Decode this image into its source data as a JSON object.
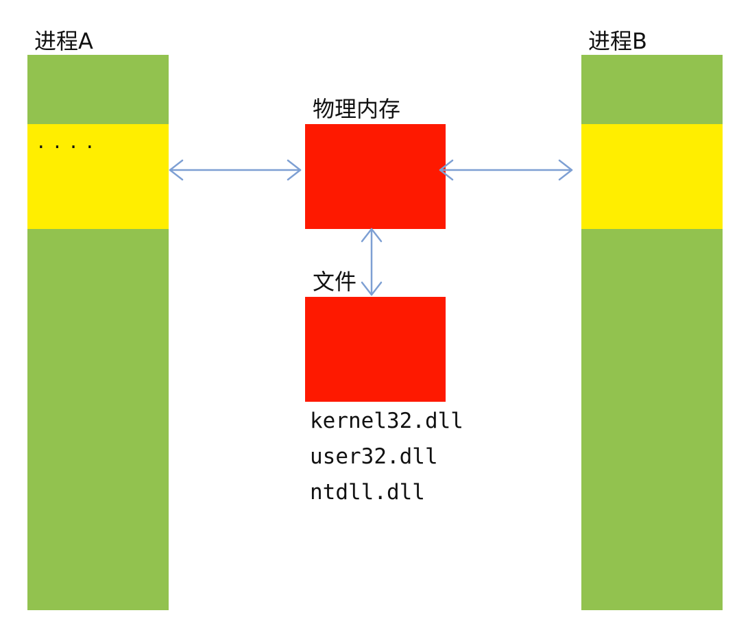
{
  "process_a": {
    "label": "进程A",
    "marker": "····"
  },
  "process_b": {
    "label": "进程B"
  },
  "physical_memory": {
    "label": "物理内存"
  },
  "file": {
    "label": "文件",
    "dlls": [
      "kernel32.dll",
      "user32.dll",
      "ntdll.dll"
    ]
  },
  "colors": {
    "green": "#92c24f",
    "yellow": "#ffee00",
    "red": "#fe1900",
    "arrow": "#7d9fd3"
  }
}
